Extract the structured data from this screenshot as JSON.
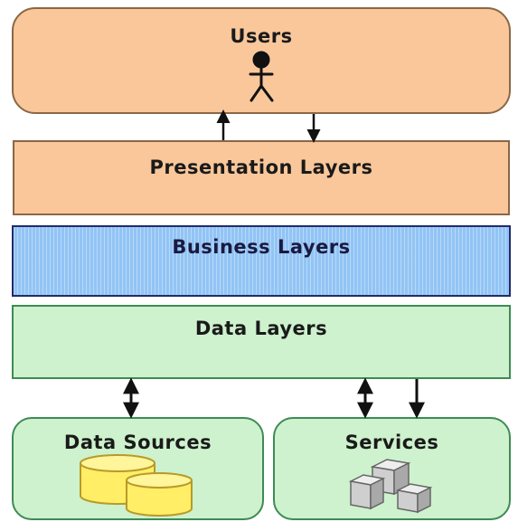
{
  "users": {
    "label": "Users",
    "icon": "person-icon"
  },
  "presentation": {
    "label": "Presentation Layers"
  },
  "business": {
    "label": "Business Layers"
  },
  "data_layers": {
    "label": "Data Layers"
  },
  "data_sources": {
    "label": "Data Sources",
    "icon": "database-icon"
  },
  "services": {
    "label": "Services",
    "icon": "cubes-icon"
  },
  "colors": {
    "orange_fill": "#f9c79a",
    "blue_fill": "#92c4f5",
    "green_fill": "#cdf2cd",
    "database_fill": "#ffee66"
  }
}
